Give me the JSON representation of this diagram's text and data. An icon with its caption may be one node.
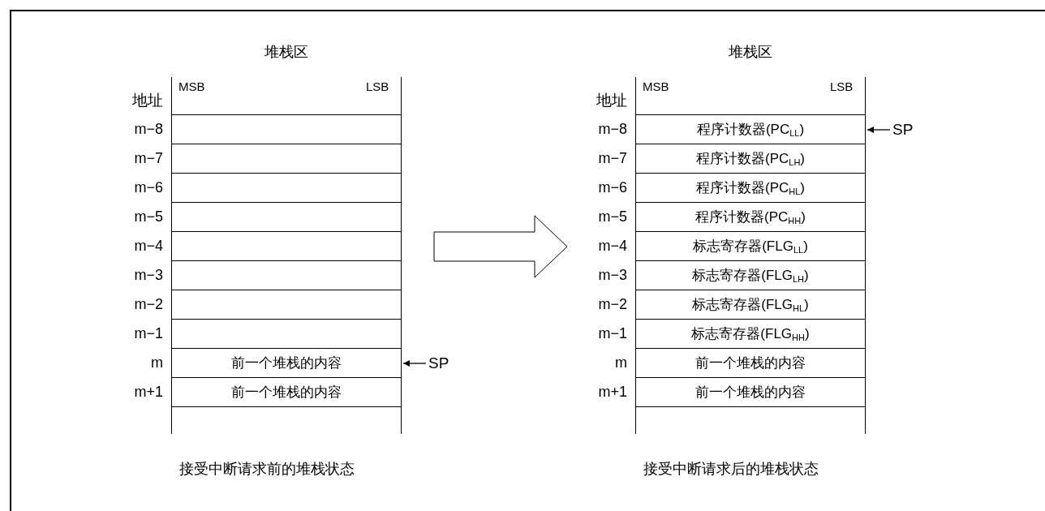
{
  "diagram": {
    "nodes": [
      {
        "text": [
          "堆栈区"
        ]
      },
      {
        "text": [],
        "shape": "box",
        "in": 0
      },
      {
        "text": [],
        "shape": "box",
        "in": 0
      },
      {
        "text": [],
        "shape": "box",
        "in": 0
      },
      {
        "text": [],
        "shape": "box",
        "in": 0
      },
      {
        "text": [],
        "shape": "box",
        "in": 0
      },
      {
        "text": [],
        "shape": "box",
        "in": 0
      },
      {
        "text": [],
        "shape": "box",
        "in": 0
      },
      {
        "text": [],
        "shape": "box",
        "in": 0
      },
      {
        "text": [
          "前一个堆栈的内容"
        ],
        "in": 0
      },
      {
        "text": [
          "前一个堆栈的内容"
        ],
        "in": 0
      },
      {
        "text": [
          "SP"
        ]
      },
      {
        "text": [
          "堆栈区"
        ]
      },
      {
        "text": [
          "程序计数器(PC$_{LL}$)"
        ],
        "in": 12
      },
      {
        "text": [
          "程序计数器(PC$_{LH}$)"
        ],
        "in": 12
      },
      {
        "text": [
          "程序计数器(PC$_{HL}$)"
        ],
        "in": 12
      },
      {
        "text": [
          "程序计数器(PC$_{HH}$)"
        ],
        "in": 12
      },
      {
        "text": [
          "标志寄存器(FLG$_{LL}$)"
        ],
        "in": 12
      },
      {
        "text": [
          "标志寄存器(FLG$_{LH}$)"
        ],
        "in": 12
      },
      {
        "text": [
          "标志寄存器(FLG$_{HL}$)"
        ],
        "in": 12
      },
      {
        "text": [
          "标志寄存器(FLG$_{HH}$)"
        ],
        "in": 12
      },
      {
        "text": [
          "前一个堆栈的内容"
        ],
        "in": 12
      },
      {
        "text": [
          "前一个堆栈的内容"
        ],
        "in": 12
      },
      {
        "text": [
          "SP"
        ]
      }
    ],
    "edges": [
      {
        "from": 11,
        "to": 9,
        "arrow": "to"
      },
      {
        "from": 0,
        "to": 12,
        "arrow": "to",
        "style": "thick"
      },
      {
        "from": 23,
        "to": 13,
        "arrow": "to"
      }
    ],
    "labels": [
      "MSB",
      "LSB",
      "地址",
      "m−8",
      "m−7",
      "m−6",
      "m−5",
      "m−4",
      "m−3",
      "m−2",
      "m−1",
      "m",
      "m+1",
      "MSB",
      "LSB",
      "地址",
      "m−8",
      "m−7",
      "m−6",
      "m−5",
      "m−4",
      "m−3",
      "m−2",
      "m−1",
      "m",
      "m+1",
      "接受中断请求前的堆栈状态",
      "接受中断请求后的堆栈状态"
    ]
  }
}
